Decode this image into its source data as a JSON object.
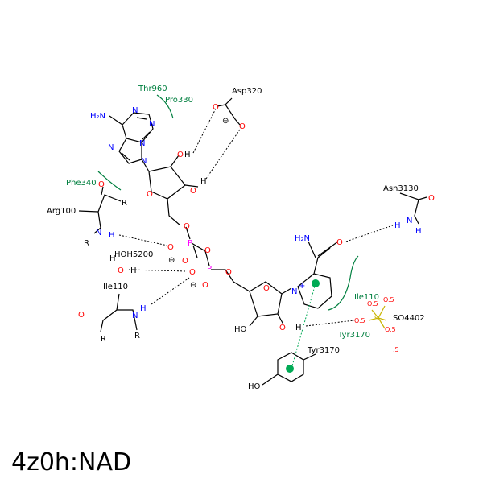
{
  "caption": "4z0h:NAD",
  "colors": {
    "bond": "#000000",
    "oxygen": "#ff0000",
    "nitrogen": "#0000ff",
    "phosphorus": "#ff00ff",
    "sulfur": "#c8b400",
    "residue": "#007f3f",
    "hbond": "#000000",
    "pi": "#00aa55"
  },
  "residues": {
    "thr960": "Thr960",
    "pro330": "Pro330",
    "asp320": "Asp320",
    "phe340": "Phe340",
    "arg100": "Arg100",
    "hoh5200": "HOH5200",
    "ile110_left": "Ile110",
    "asn3130": "Asn3130",
    "ile110_right": "Ile110",
    "tyr3170_green": "Tyr3170",
    "so4402": "SO4402",
    "tyr3170_black": "Tyr3170"
  },
  "atoms": {
    "nh2_adenine": "H₂N",
    "n": "N",
    "o": "O",
    "h": "H",
    "p": "P",
    "s": "S",
    "r": "R",
    "oh_left": "HO",
    "oh_ribose": "HO",
    "nplus": "N",
    "plus": "+",
    "minus": "⊖",
    "dot5": ".5",
    "o_dot5": "O.5"
  }
}
